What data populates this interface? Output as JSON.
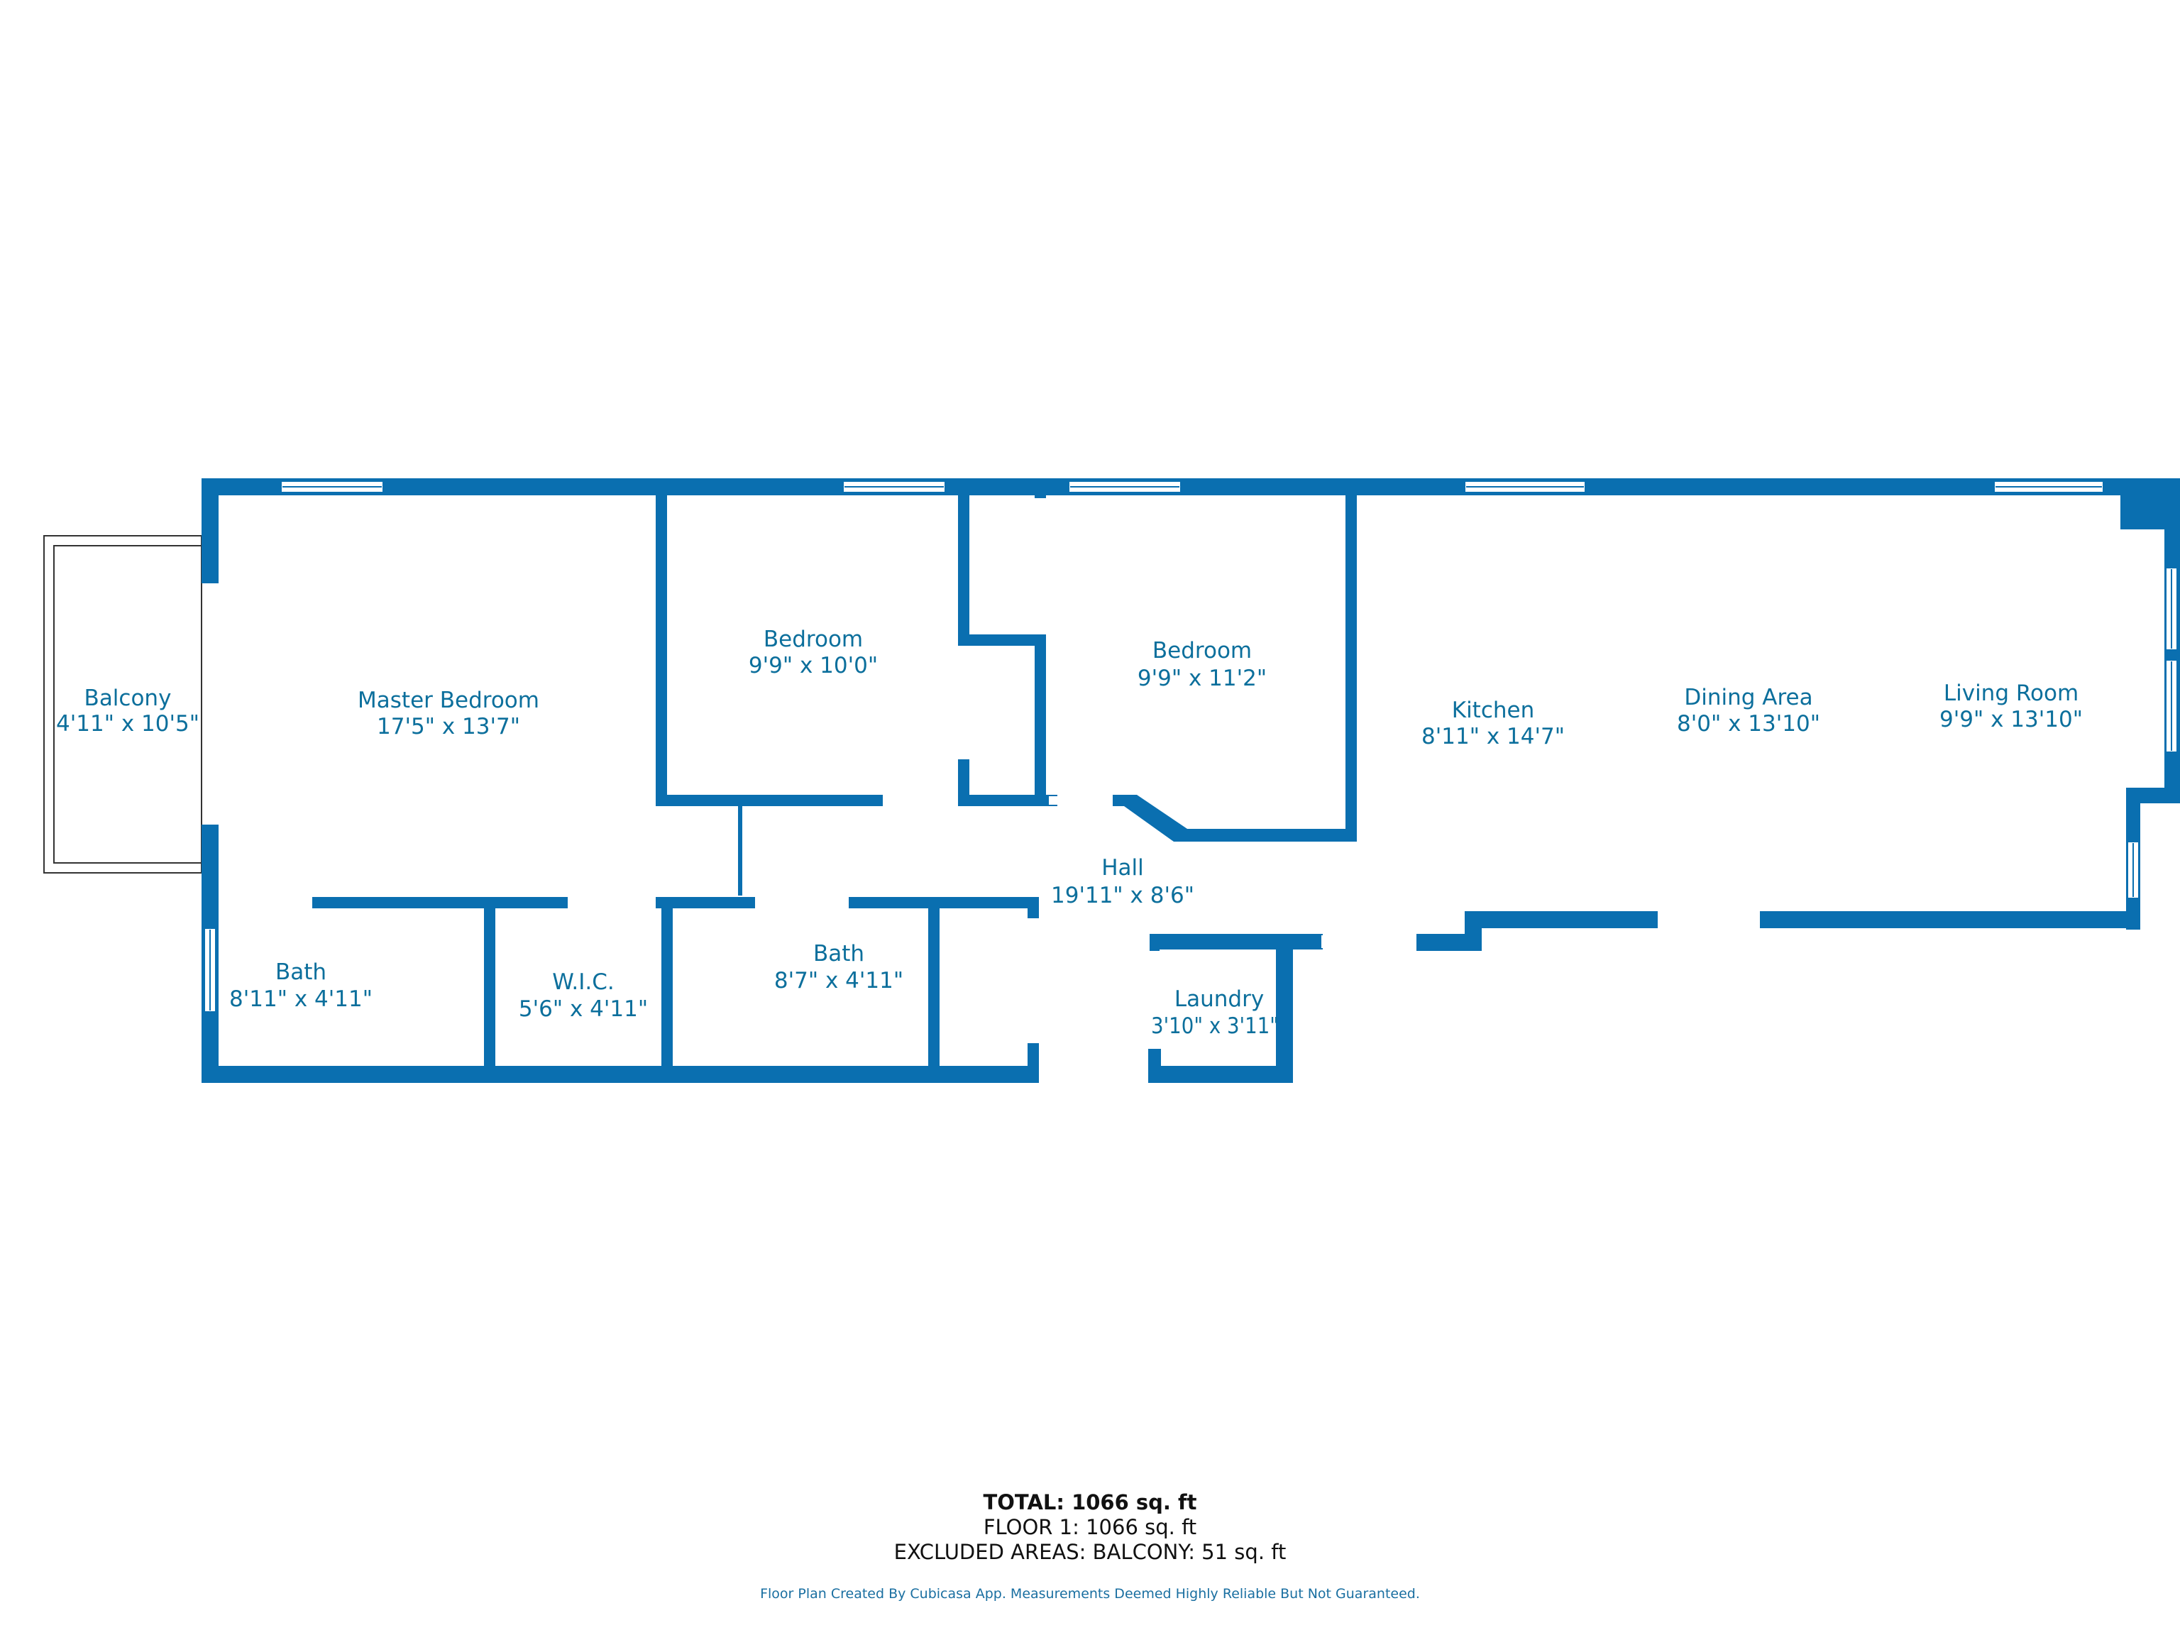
{
  "colors": {
    "wall": "#0a6fb0",
    "label": "#0c6f9c"
  },
  "rooms": {
    "balcony": {
      "name": "Balcony",
      "dims": "4'11\" x 10'5\""
    },
    "master": {
      "name": "Master Bedroom",
      "dims": "17'5\" x 13'7\""
    },
    "bedroom1": {
      "name": "Bedroom",
      "dims": "9'9\" x 10'0\""
    },
    "bedroom2": {
      "name": "Bedroom",
      "dims": "9'9\" x 11'2\""
    },
    "kitchen": {
      "name": "Kitchen",
      "dims": "8'11\" x 14'7\""
    },
    "dining": {
      "name": "Dining Area",
      "dims": "8'0\" x 13'10\""
    },
    "living": {
      "name": "Living Room",
      "dims": "9'9\" x 13'10\""
    },
    "hall": {
      "name": "Hall",
      "dims": "19'11\" x 8'6\""
    },
    "bath1": {
      "name": "Bath",
      "dims": "8'11\" x 4'11\""
    },
    "wic": {
      "name": "W.I.C.",
      "dims": "5'6\" x 4'11\""
    },
    "bath2": {
      "name": "Bath",
      "dims": "8'7\" x 4'11\""
    },
    "laundry": {
      "name": "Laundry",
      "dims": "3'10\" x 3'11\""
    }
  },
  "summary": {
    "total": "TOTAL: 1066 sq. ft",
    "floor1": "FLOOR 1: 1066 sq. ft",
    "excluded": "EXCLUDED AREAS: BALCONY: 51 sq. ft"
  },
  "credit": "Floor Plan Created By Cubicasa App. Measurements Deemed Highly Reliable But Not Guaranteed."
}
